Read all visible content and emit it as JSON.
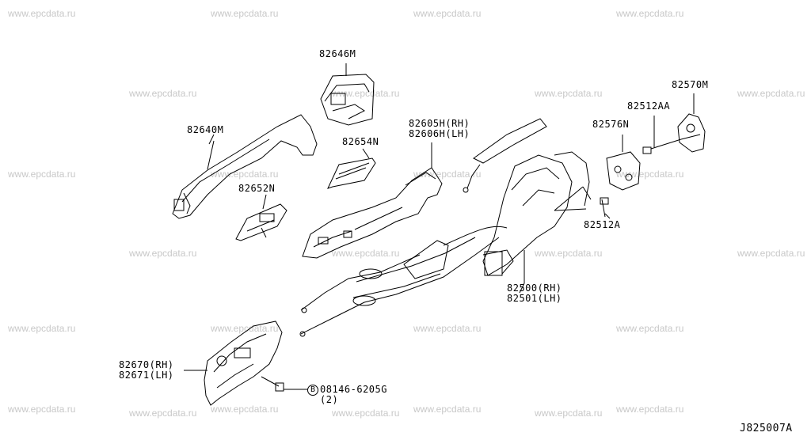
{
  "watermark": "www.epcdata.ru",
  "diagram_code": "J825007A",
  "labels": {
    "p82646M": "82646M",
    "p82640M": "82640M",
    "p82654N": "82654N",
    "p82652N": "82652N",
    "p82605H": "82605H(RH)",
    "p82606H": "82606H(LH)",
    "p82570M": "82570M",
    "p82512AA": "82512AA",
    "p82576N": "82576N",
    "p82512A": "82512A",
    "p82500": "82500(RH)",
    "p82501": "82501(LH)",
    "p82670": "82670(RH)",
    "p82671": "82671(LH)",
    "bolt_mark": "B",
    "bolt_part": "08146-6205G",
    "bolt_qty": "(2)"
  }
}
